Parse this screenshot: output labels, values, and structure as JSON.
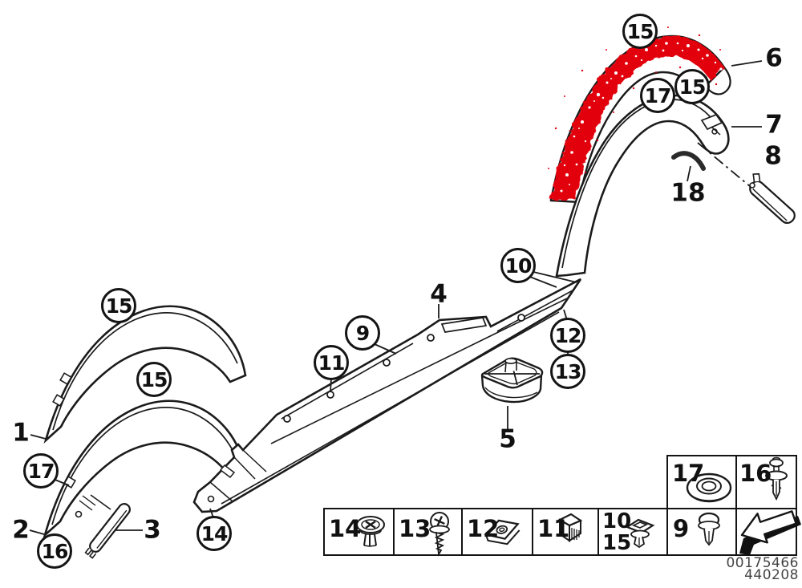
{
  "colors": {
    "highlight_red": "#e2000f",
    "line": "#1b1b1b"
  },
  "callouts": {
    "c15_rear_left_arch": "15",
    "c15_front_left_arch": "15",
    "c17_front_left_arch": "17",
    "c16_front_left_arch": "16",
    "c14_sill_end": "14",
    "c9_sill": "9",
    "c11_sill": "11",
    "c10_sill": "10",
    "c12_sill": "12",
    "c13_sill": "13",
    "c15_top_arch": "15",
    "c17_rear_right_arch": "17",
    "c15_rear_right_arch": "15",
    "l1": "1",
    "l2": "2",
    "l3": "3",
    "l4": "4",
    "l5": "5",
    "l6": "6",
    "l7": "7",
    "l8": "8",
    "l18": "18"
  },
  "legend": {
    "n14": "14",
    "n13": "13",
    "n12": "12",
    "n11": "11",
    "n10": "10",
    "n15": "15",
    "n9": "9",
    "n17": "17",
    "n16": "16",
    "icons": {
      "cell14": "expanding-rivet-icon",
      "cell13": "screw-icon",
      "cell12": "speed-nut-icon",
      "cell11": "expansion-nut-icon",
      "cell10_15": "retainer-clip-icon",
      "cell9": "expanding-rivet-dome-icon",
      "cell17": "grommet-icon",
      "cell16": "blind-rivet-icon",
      "cell_arrow": "direction-arrow-icon"
    }
  },
  "footer": {
    "code1": "00175466",
    "code2": "440208"
  }
}
